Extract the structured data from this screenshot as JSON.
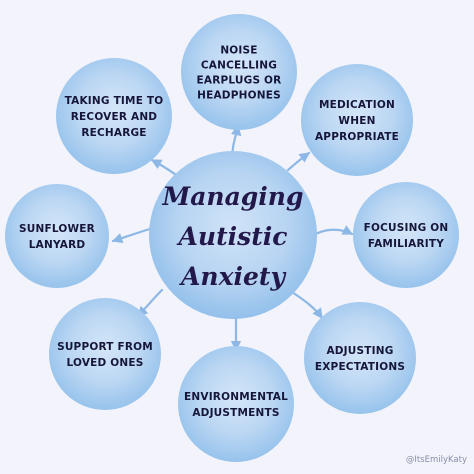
{
  "center": {
    "lines": [
      "Managing",
      "Autistic",
      "Anxiety"
    ]
  },
  "nodes": [
    {
      "id": "noise",
      "lines": [
        "NOISE",
        "CANCELLING",
        "EARPLUGS OR",
        "HEADPHONES"
      ]
    },
    {
      "id": "medication",
      "lines": [
        "MEDICATION",
        "WHEN",
        "APPROPRIATE"
      ]
    },
    {
      "id": "familiarity",
      "lines": [
        "FOCUSING ON",
        "FAMILIARITY"
      ]
    },
    {
      "id": "adjusting",
      "lines": [
        "ADJUSTING",
        "EXPECTATIONS"
      ]
    },
    {
      "id": "environmental",
      "lines": [
        "ENVIRONMENTAL",
        "ADJUSTMENTS"
      ]
    },
    {
      "id": "support",
      "lines": [
        "SUPPORT FROM",
        "LOVED ONES"
      ]
    },
    {
      "id": "sunflower",
      "lines": [
        "SUNFLOWER",
        "LANYARD"
      ]
    },
    {
      "id": "recover",
      "lines": [
        "TAKING TIME TO",
        "RECOVER AND",
        "RECHARGE"
      ]
    }
  ],
  "credit": "@ItsEmilyKaty",
  "colors": {
    "background": "#f2f3fb",
    "bubble": "#b5d4f3",
    "bubble_edge": "#8fbde9",
    "arrow": "#8db8e6",
    "title": "#23184a",
    "node_text": "#16163a",
    "credit": "#8a8fa8"
  }
}
